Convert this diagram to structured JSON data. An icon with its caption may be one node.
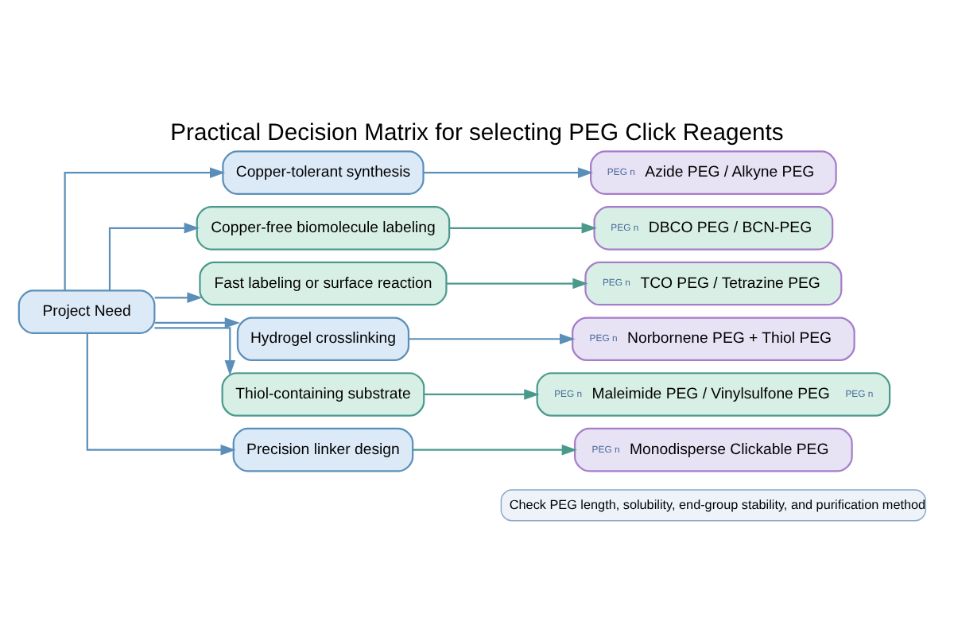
{
  "diagram": {
    "title": "Practical Decision Matrix for selecting PEG Click Reagents",
    "nodes": [
      {
        "text": [
          "Project Need"
        ]
      },
      {
        "text": [
          "Copper-tolerant synthesis"
        ]
      },
      {
        "text": [
          "Copper-free biomolecule labeling"
        ]
      },
      {
        "text": [
          "Fast labeling or surface reaction"
        ]
      },
      {
        "text": [
          "Hydrogel crosslinking"
        ]
      },
      {
        "text": [
          "Thiol-containing substrate"
        ]
      },
      {
        "text": [
          "Precision linker design"
        ]
      },
      {
        "text": [
          "PEG n",
          "Azide PEG / Alkyne PEG"
        ]
      },
      {
        "text": [
          "PEG n",
          "DBCO PEG / BCN-PEG"
        ]
      },
      {
        "text": [
          "PEG n",
          "TCO PEG / Tetrazine PEG"
        ]
      },
      {
        "text": [
          "PEG n",
          "Norbornene PEG + Thiol PEG"
        ]
      },
      {
        "text": [
          "PEG n",
          "Maleimide PEG / Vinylsulfone PEG",
          "PEG n"
        ]
      },
      {
        "text": [
          "PEG n",
          "Monodisperse Clickable PEG"
        ]
      }
    ],
    "edges": [
      {
        "from": 0,
        "to": 1,
        "arrow": "to"
      },
      {
        "from": 0,
        "to": 2,
        "arrow": "to"
      },
      {
        "from": 0,
        "to": 3,
        "arrow": "to"
      },
      {
        "from": 0,
        "to": 4,
        "arrow": "to"
      },
      {
        "from": 0,
        "to": 5,
        "arrow": "to"
      },
      {
        "from": 0,
        "to": 6,
        "arrow": "to"
      },
      {
        "from": 1,
        "to": 7,
        "arrow": "to"
      },
      {
        "from": 2,
        "to": 8,
        "arrow": "to",
        "color": "#4a9a8c"
      },
      {
        "from": 3,
        "to": 9,
        "arrow": "to",
        "color": "#4a9a8c"
      },
      {
        "from": 4,
        "to": 10,
        "arrow": "to"
      },
      {
        "from": 5,
        "to": 11,
        "arrow": "to",
        "color": "#4a9a8c"
      },
      {
        "from": 6,
        "to": 12,
        "arrow": "to",
        "color": "#4a9a8c"
      }
    ],
    "labels": [
      "Check PEG length, solubility, end-group stability, and purification method"
    ]
  }
}
